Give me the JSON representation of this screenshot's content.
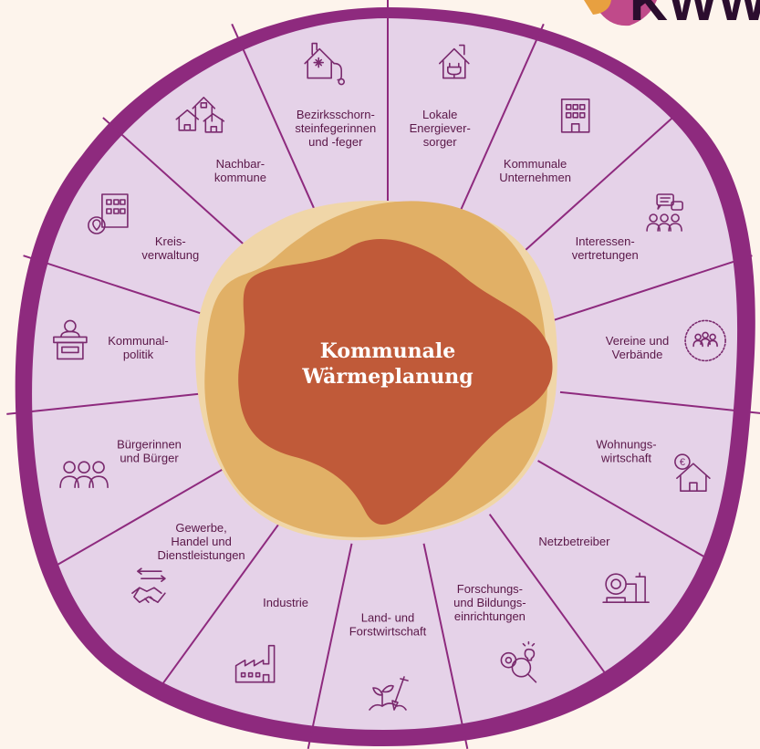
{
  "logo": {
    "text": "KWW"
  },
  "center": {
    "title_line1": "Kommunale",
    "title_line2": "Wärmeplanung"
  },
  "segments": [
    {
      "id": "lokale-energieversorger",
      "icon": "house-plug-icon",
      "lines": [
        "Lokale",
        "Energiever-",
        "sorger"
      ]
    },
    {
      "id": "kommunale-unternehmen",
      "icon": "office-building-icon",
      "lines": [
        "Kommunale",
        "Unternehmen"
      ]
    },
    {
      "id": "interessenvertretungen",
      "icon": "speech-bubbles-group-icon",
      "lines": [
        "Interessen-",
        "vertretungen"
      ]
    },
    {
      "id": "vereine-und-verbaende",
      "icon": "group-circle-icon",
      "lines": [
        "Vereine und",
        "Verbände"
      ]
    },
    {
      "id": "wohnungswirtschaft",
      "icon": "house-euro-icon",
      "lines": [
        "Wohnungs-",
        "wirtschaft"
      ]
    },
    {
      "id": "netzbetreiber",
      "icon": "boiler-pipes-icon",
      "lines": [
        "Netzbetreiber"
      ]
    },
    {
      "id": "forschungs-und-bildungseinrichtungen",
      "icon": "gears-magnifier-icon",
      "lines": [
        "Forschungs-",
        "und Bildungs-",
        "einrichtungen"
      ]
    },
    {
      "id": "land-und-forstwirtschaft",
      "icon": "plant-shovel-icon",
      "lines": [
        "Land- und",
        "Forstwirtschaft"
      ]
    },
    {
      "id": "industrie",
      "icon": "factory-icon",
      "lines": [
        "Industrie"
      ]
    },
    {
      "id": "gewerbe-handel-dienstleistungen",
      "icon": "handshake-arrows-icon",
      "lines": [
        "Gewerbe,",
        "Handel und",
        "Dienstleistungen"
      ]
    },
    {
      "id": "buergerinnen-und-buerger",
      "icon": "people-group-icon",
      "lines": [
        "Bürgerinnen",
        "und Bürger"
      ]
    },
    {
      "id": "kommunalpolitik",
      "icon": "speaker-podium-icon",
      "lines": [
        "Kommunal-",
        "politik"
      ]
    },
    {
      "id": "kreisverwaltung",
      "icon": "building-location-icon",
      "lines": [
        "Kreis-",
        "verwaltung"
      ]
    },
    {
      "id": "nachbarkommune",
      "icon": "houses-icon",
      "lines": [
        "Nachbar-",
        "kommune"
      ]
    },
    {
      "id": "bezirksschornsteinfeger",
      "icon": "house-chimney-brush-icon",
      "lines": [
        "Bezirksschorn-",
        "steinfegerinnen",
        "und -feger"
      ]
    }
  ],
  "colors": {
    "ring_outer": "#8e2a7e",
    "ring_fill": "#e5d2e8",
    "divider": "#8e2a7e",
    "label": "#5a1748",
    "icon": "#7a2a6e",
    "blob_light": "#f0d6a8",
    "blob_mid": "#e1b066",
    "blob_core": "#c05a39",
    "background": "#fdf4ec"
  }
}
